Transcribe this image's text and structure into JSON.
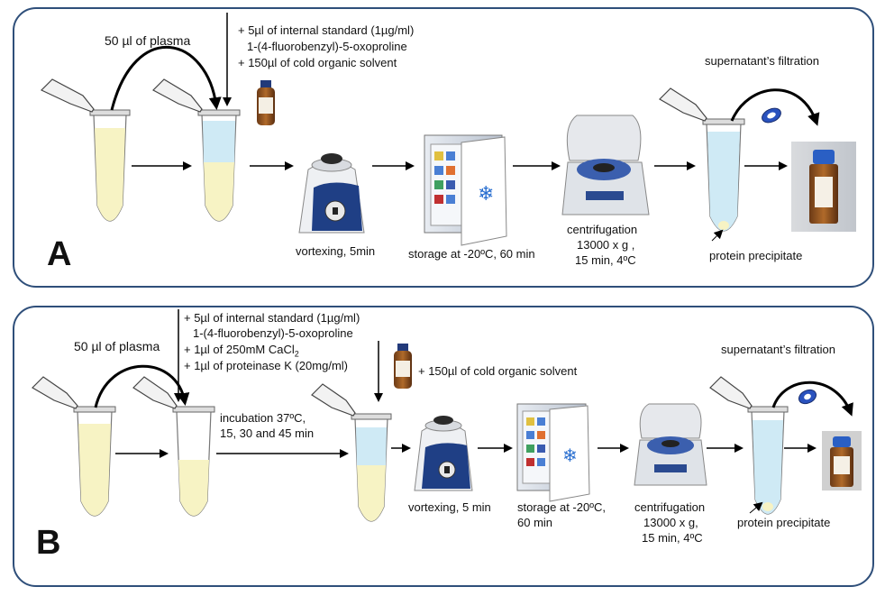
{
  "panel_a": {
    "letter": "A",
    "plasma": "50 µl of plasma",
    "additions": [
      "+ 5µl  of internal standard (1µg/ml)",
      "1-(4-fluorobenzyl)-5-oxoproline",
      "+ 150µl  of cold organic solvent"
    ],
    "filtration": "supernatant’s filtration",
    "vortex": "vortexing, 5min",
    "storage": "storage at -20ºC, 60 min",
    "centrifugation": [
      "centrifugation",
      "13000 x g ,",
      "15 min, 4ºC"
    ],
    "precipitate": "protein precipitate"
  },
  "panel_b": {
    "letter": "B",
    "plasma": "50 µl of plasma",
    "additions": [
      "+ 5µl  of internal standard (1µg/ml)",
      "1-(4-fluorobenzyl)-5-oxoproline",
      "+ 1µl of 250mM CaCl",
      "+ 1µl of proteinase K (20mg/ml)"
    ],
    "cacl_subscript": "2",
    "solvent": "+ 150µl  of cold organic solvent",
    "incubation": [
      "incubation 37ºC,",
      "15, 30 and 45 min"
    ],
    "filtration": "supernatant’s filtration",
    "vortex": "vortexing, 5 min",
    "storage": [
      "storage at -20ºC,",
      "60 min"
    ],
    "centrifugation": [
      "centrifugation",
      "13000 x g,",
      "15 min, 4ºC"
    ],
    "precipitate": "protein precipitate"
  },
  "colors": {
    "border": "#2f4f7a",
    "plasma": "#f7f3c4",
    "solvent": "#cfeaf5",
    "arrow": "#000000"
  }
}
